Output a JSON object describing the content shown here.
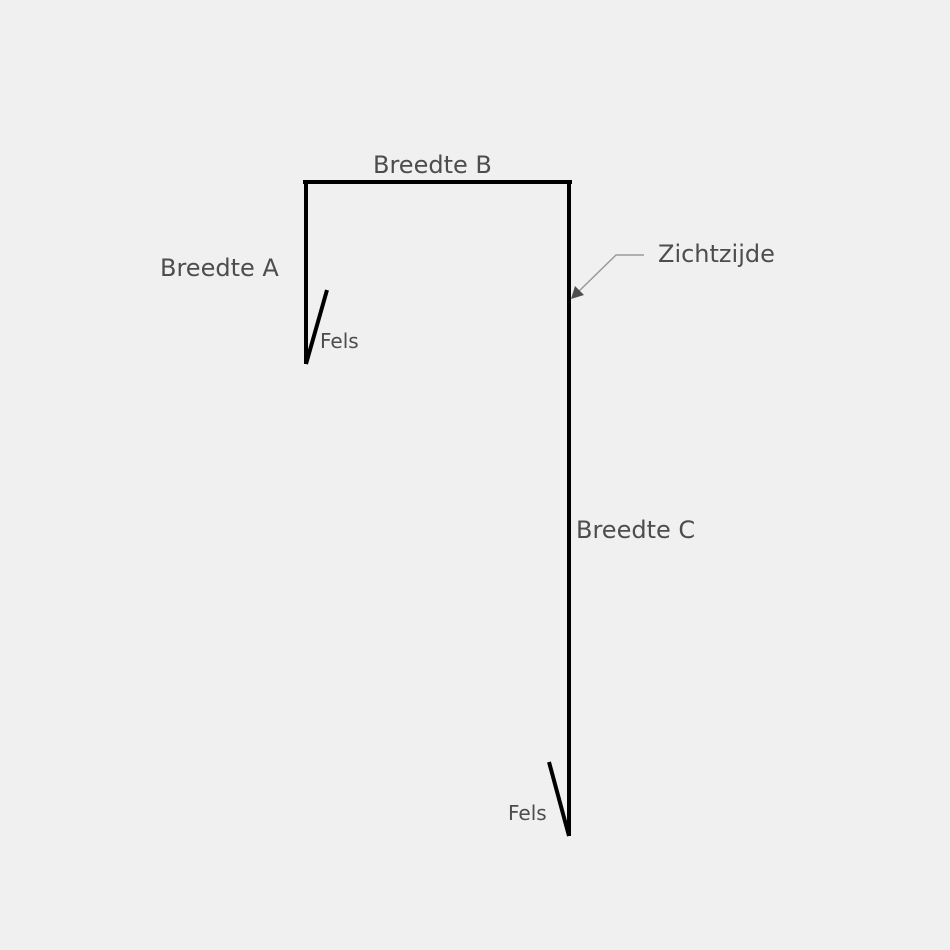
{
  "labels": {
    "width_a": "Breedte A",
    "width_b": "Breedte B",
    "width_c": "Breedte C",
    "visible_side": "Zichtzijde",
    "fold_left": "Fels",
    "fold_right": "Fels"
  },
  "colors": {
    "background": "#f0f0f0",
    "profile_line": "#000000",
    "text": "#4d4d4d",
    "pointer": "#9a9a9a"
  }
}
